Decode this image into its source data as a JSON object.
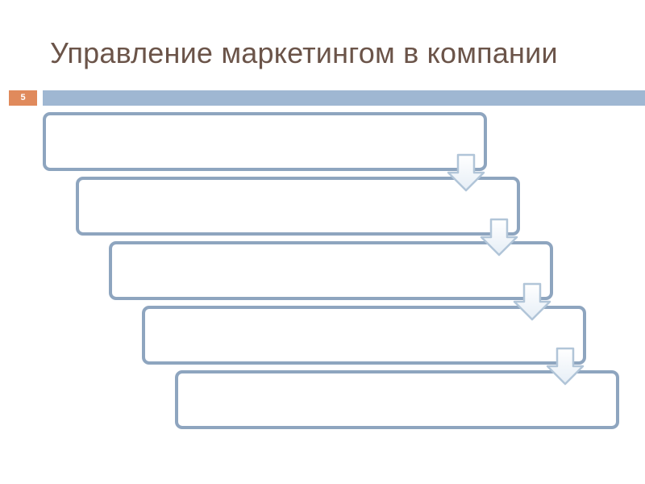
{
  "slide": {
    "title": "Управление маркетингом в компании",
    "number": "5"
  },
  "colors": {
    "title_text": "#6b5449",
    "number_badge": "#e08a5c",
    "accent_bar": "#9fb7d2",
    "box_border": "#8ea5bf",
    "arrow_outline": "#b1c5d8",
    "arrow_fill_top": "#ffffff",
    "arrow_fill_bottom": "#e6eef6"
  },
  "diagram": {
    "type": "descending-step-process",
    "steps": [
      {
        "text": ""
      },
      {
        "text": ""
      },
      {
        "text": ""
      },
      {
        "text": ""
      },
      {
        "text": ""
      }
    ]
  }
}
